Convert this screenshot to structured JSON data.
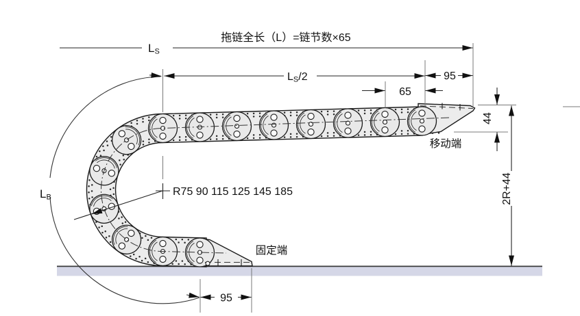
{
  "labels": {
    "title": "拖链全长（L）=链节数×65",
    "ls": {
      "main": "L",
      "sub": "S"
    },
    "ls_half": {
      "main": "L",
      "sub": "S",
      "suffix": "/2"
    },
    "lb": {
      "main": "L",
      "sub": "B"
    },
    "radius_options": "R75 90 115 125 145 185",
    "moving_end": "移动端",
    "fixed_end": "固定端"
  },
  "dimensions": {
    "bracket_length_top": "95",
    "link_pitch": "65",
    "chain_height": "44",
    "mounting_height": "2R+44",
    "bracket_length_bottom": "95"
  },
  "colors": {
    "floor_band": "#d5d7e7",
    "chain_fill": "#ececec",
    "outline": "#1b1b1b"
  }
}
